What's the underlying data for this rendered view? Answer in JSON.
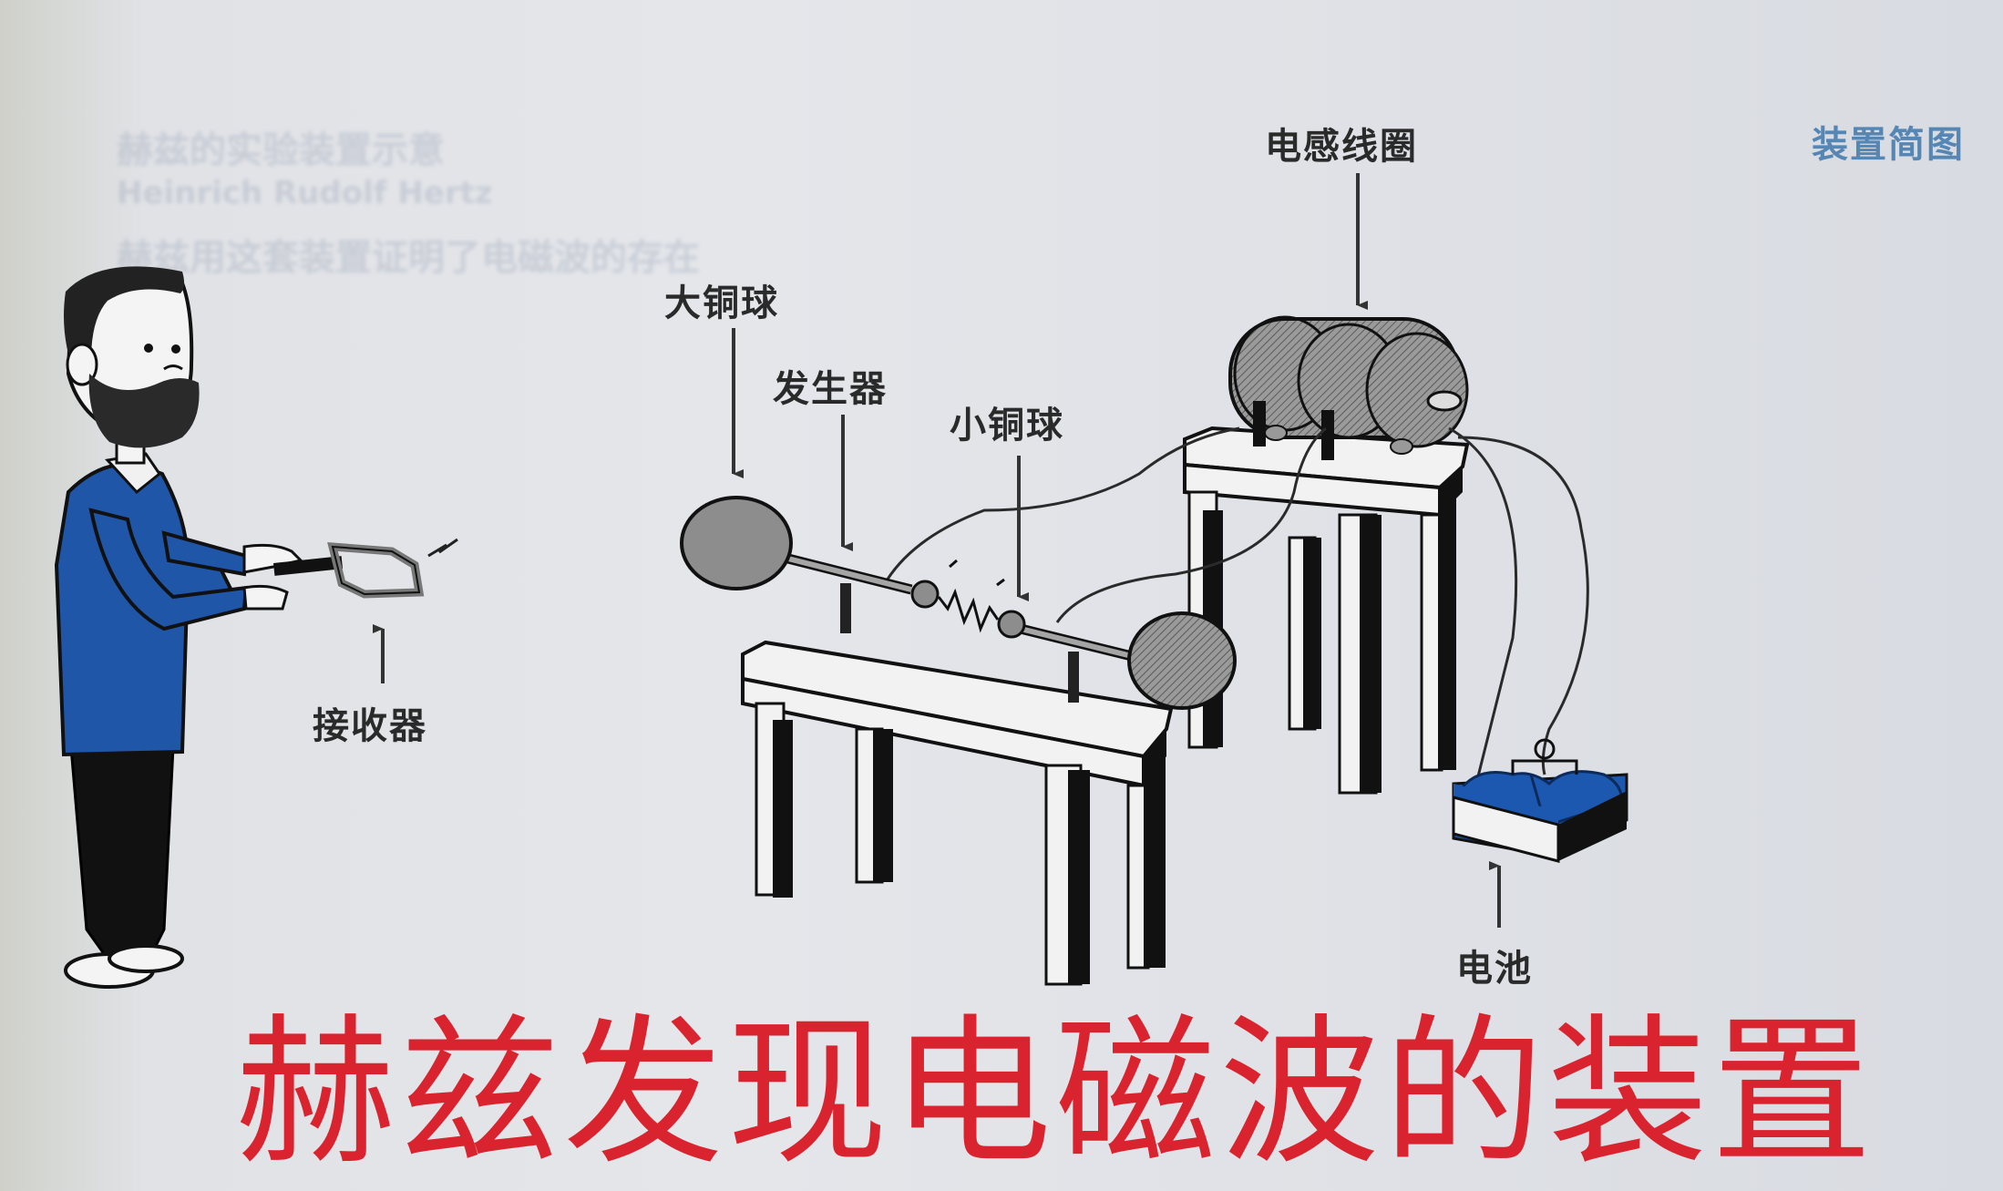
{
  "figure": {
    "caption": "赫兹发现电磁波的装置",
    "corner_label": "装置简图",
    "background_bleed_lines": [
      "赫兹的实验装置示意",
      "Heinrich Rudolf Hertz",
      "赫兹用这套装置证明了电磁波的存在"
    ]
  },
  "labels": {
    "inductor_coil": "电感线圈",
    "large_copper_ball": "大铜球",
    "generator": "发生器",
    "small_copper_ball": "小铜球",
    "receiver": "接收器",
    "battery": "电池"
  },
  "colors": {
    "caption_red": "#d9232f",
    "corner_label_blue": "#3f78ad",
    "sweater_blue": "#1f56a8",
    "battery_blue": "#1c58b0",
    "ball_gray": "#8d8d8d",
    "ink": "#1a1a1a"
  }
}
